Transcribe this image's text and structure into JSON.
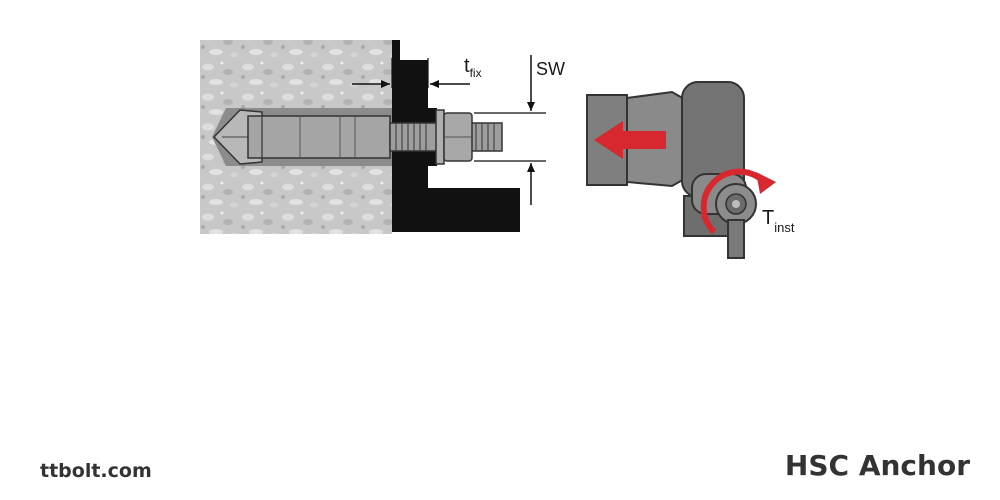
{
  "diagram": {
    "labels": {
      "t_main": "t",
      "t_sub": "fix",
      "sw": "SW",
      "torque_main": "T",
      "torque_sub": "inst"
    },
    "colors": {
      "concrete": "#c8c8c8",
      "fixture": "#111111",
      "anchor": "#9a9a9a",
      "tool": "#7d7d7d",
      "arrow": "#d7282f"
    }
  },
  "footer": {
    "site": "ttbolt.com",
    "product": "HSC Anchor"
  }
}
